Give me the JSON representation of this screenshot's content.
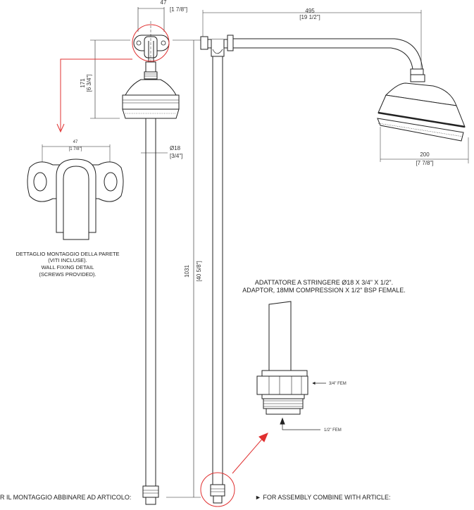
{
  "dims": {
    "d47_mm": "47",
    "d47_in": "[1 7/8\"]",
    "d495_mm": "495",
    "d495_in": "[19 1/2\"]",
    "d171_mm": "171",
    "d171_in": "[6 3/4\"]",
    "d18_mm": "Ø18",
    "d18_in": "[3/4\"]",
    "d200_mm": "200",
    "d200_in": "[7 7/8\"]",
    "d1031_mm": "1031",
    "d1031_in": "[40 5/8\"]"
  },
  "detail": {
    "d47_mm": "47",
    "d47_in": "[1 7/8\"]",
    "caption_line1": "DETTAGLIO MONTAGGIO DELLA PARETE",
    "caption_line2": "(VITI INCLUSE).",
    "caption_line3": "WALL FIXING DETAIL",
    "caption_line4": "(SCREWS PROVIDED)."
  },
  "adaptor": {
    "title_it": "ADATTATORE A STRINGERE Ø18  X  3/4\" X 1/2\".",
    "title_en": "ADAPTOR, 18MM COMPRESSION  X 1/2\" BSP FEMALE.",
    "label_34": "3/4\" FEM",
    "label_12": "1/2\" FEM"
  },
  "footer": {
    "left_text": "R IL MONTAGGIO ABBINARE AD ARTICOLO:",
    "right_text": "► FOR ASSEMBLY COMBINE WITH ARTICLE:"
  },
  "colors": {
    "line": "#222222",
    "callout": "#e03030"
  }
}
